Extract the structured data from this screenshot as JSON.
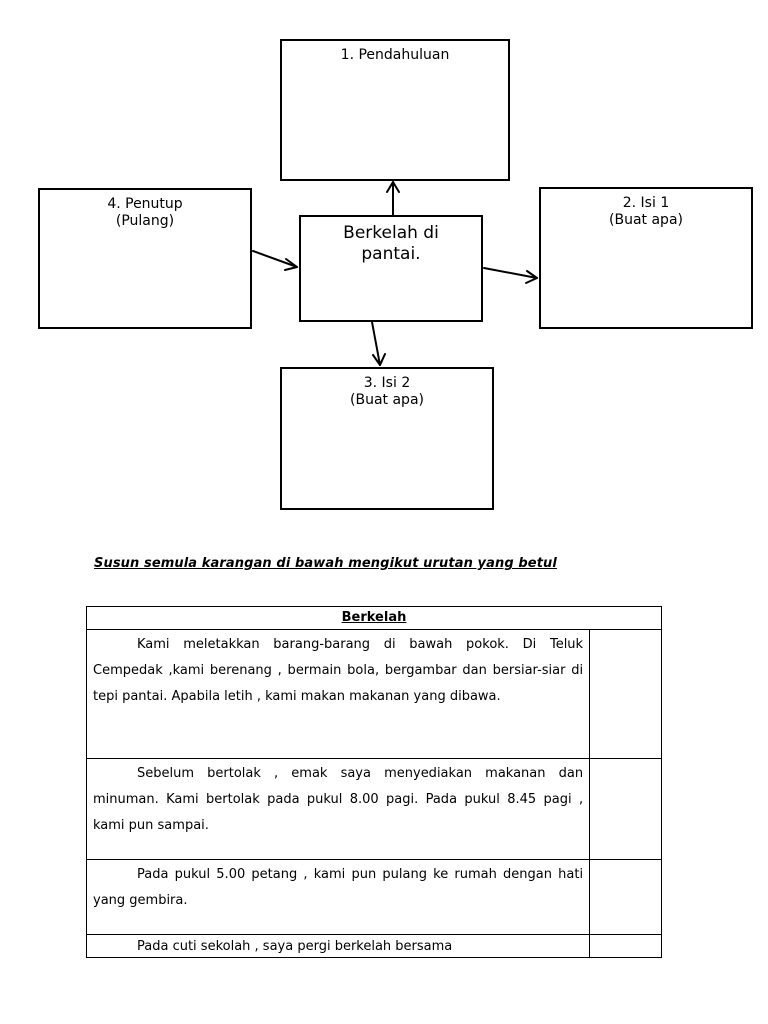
{
  "diagram": {
    "center": [
      "Berkelah di",
      "pantai."
    ],
    "top": [
      "1. Pendahuluan"
    ],
    "right": [
      "2. Isi 1",
      "(Buat apa)"
    ],
    "bottom": [
      "3. Isi 2",
      "(Buat apa)"
    ],
    "left": [
      "4. Penutup",
      "(Pulang)"
    ]
  },
  "instruction": "Susun semula karangan di bawah mengikut urutan yang betul",
  "table": {
    "title": "Berkelah",
    "paragraphs": [
      "Kami meletakkan barang-barang di bawah pokok. Di Teluk Cempedak ,kami berenang , bermain bola, bergambar dan bersiar-siar di tepi pantai. Apabila letih , kami makan makanan yang dibawa.",
      "Sebelum bertolak , emak saya menyediakan makanan dan minuman. Kami bertolak pada pukul 8.00 pagi. Pada pukul 8.45 pagi , kami pun sampai.",
      "Pada pukul 5.00 petang , kami pun pulang ke rumah dengan hati yang gembira.",
      "Pada cuti sekolah , saya pergi berkelah bersama"
    ]
  }
}
